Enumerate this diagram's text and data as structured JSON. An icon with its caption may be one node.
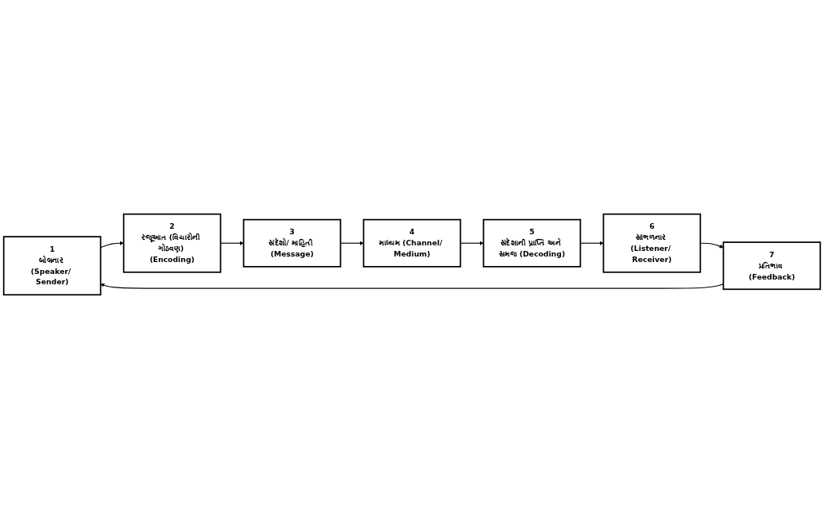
{
  "diagram": {
    "nodes": [
      {
        "text": [
          "1",
          "બોલનાર (Speaker/ Sender)"
        ]
      },
      {
        "text": [
          "2",
          "રજૂઆત (વિચારોની ગોઠવણ) (Encoding)"
        ]
      },
      {
        "text": [
          "3",
          "સંદેશો/ માહિતી (Message)"
        ]
      },
      {
        "text": [
          "4",
          "માધ્યમ (Channel/ Medium)"
        ]
      },
      {
        "text": [
          "5",
          "સંદેશાની પ્રાપ્તિ અને સમજ (Decoding)"
        ]
      },
      {
        "text": [
          "6",
          "સાંભળનાર (Listener/ Receiver)"
        ]
      },
      {
        "text": [
          "7",
          "પ્રતિભાવ (Feedback)"
        ]
      }
    ],
    "edges": [
      {
        "from": 0,
        "to": 1,
        "arrow": "to"
      },
      {
        "from": 1,
        "to": 2,
        "arrow": "to"
      },
      {
        "from": 2,
        "to": 3,
        "arrow": "to"
      },
      {
        "from": 3,
        "to": 4,
        "arrow": "to"
      },
      {
        "from": 4,
        "to": 5,
        "arrow": "to"
      },
      {
        "from": 5,
        "to": 6,
        "arrow": "to"
      },
      {
        "from": 6,
        "to": 0,
        "arrow": "to"
      }
    ]
  }
}
